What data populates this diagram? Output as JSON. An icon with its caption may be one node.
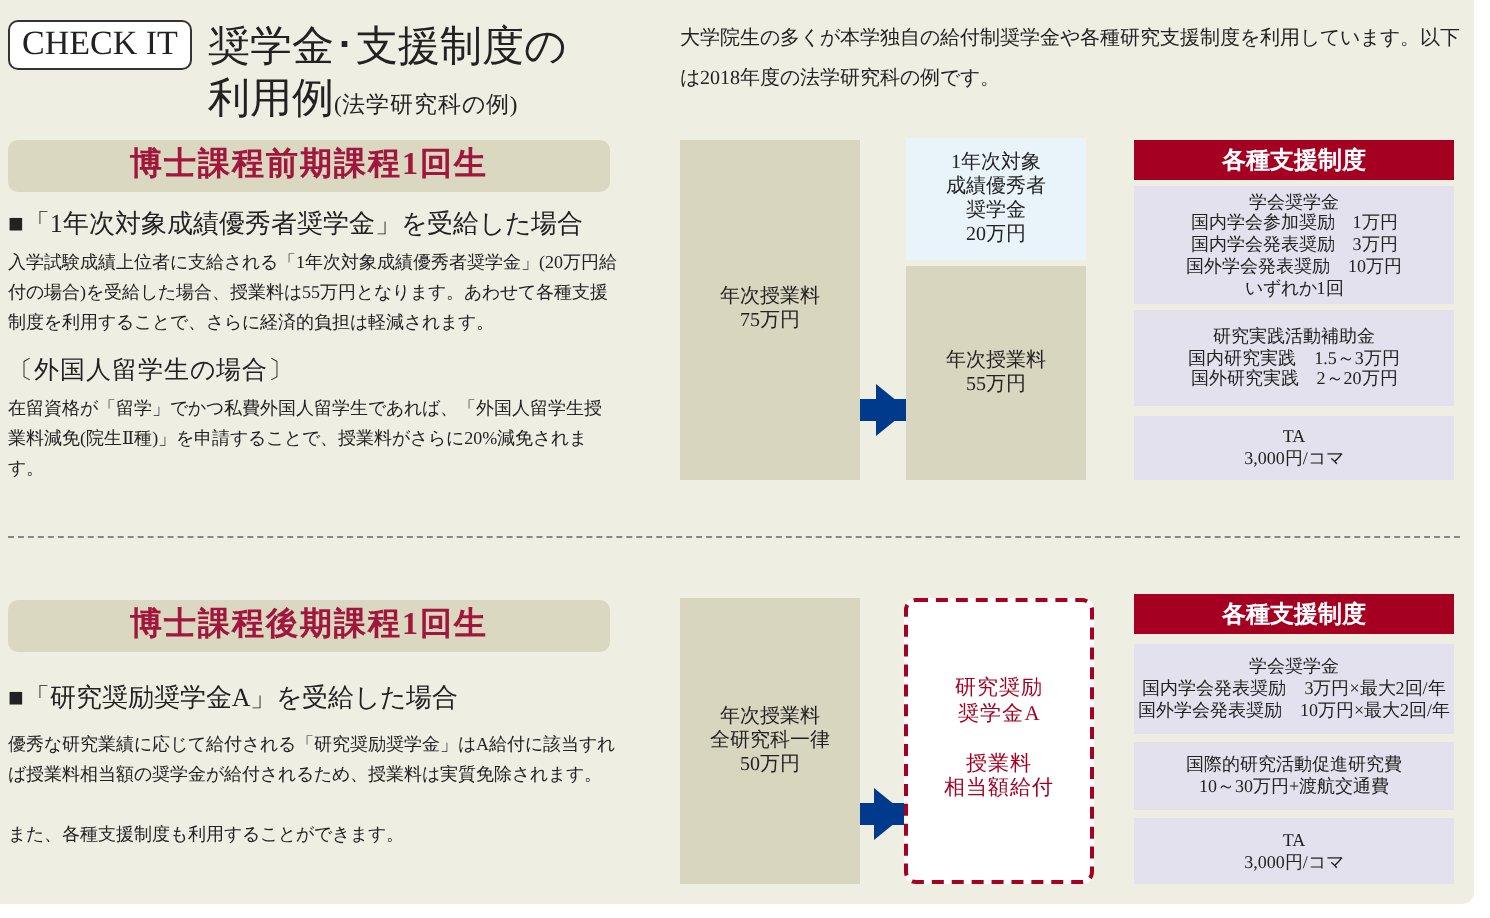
{
  "diagram": {
    "title": "奨学金･支援制度の利用例(法学研究科の例)",
    "nodes": [
      {
        "text": [
          "CHECK IT"
        ]
      },
      {
        "text": [
          "博士課程前期課程1回生"
        ]
      },
      {
        "text": [
          "年次授業料",
          "75万円"
        ]
      },
      {
        "text": [
          "1年次対象",
          "成績優秀者",
          "奨学金",
          "20万円"
        ]
      },
      {
        "text": [
          "年次授業料",
          "55万円"
        ]
      },
      {
        "text": [
          "各種支援制度"
        ]
      },
      {
        "text": [
          "学会奨学金",
          "国内学会参加奨励　1万円",
          "国内学会発表奨励　3万円",
          "国外学会発表奨励　10万円",
          "いずれか1回"
        ]
      },
      {
        "text": [
          "研究実践活動補助金",
          "国内研究実践　1.5～3万円",
          "国外研究実践　2～20万円"
        ]
      },
      {
        "text": [
          "TA",
          "3,000円/コマ"
        ]
      },
      {
        "text": [
          "博士課程後期課程1回生"
        ]
      },
      {
        "text": [
          "年次授業料",
          "全研究科一律",
          "50万円"
        ]
      },
      {
        "text": [
          "研究奨励",
          "奨学金A",
          "授業料",
          "相当額給付"
        ]
      },
      {
        "text": [
          "各種支援制度"
        ]
      },
      {
        "text": [
          "学会奨学金",
          "国内学会発表奨励　3万円×最大2回/年",
          "国外学会発表奨励　10万円×最大2回/年"
        ]
      },
      {
        "text": [
          "国際的研究活動促進研究費",
          "10～30万円+渡航交通費"
        ]
      },
      {
        "text": [
          "TA",
          "3,000円/コマ"
        ]
      }
    ],
    "edges": [
      {
        "from": 2,
        "to": 4,
        "arrow": "to"
      },
      {
        "from": 10,
        "to": 11,
        "arrow": "to"
      }
    ],
    "labels": [
      "大学院生の多くが本学独自の給付制奨学金や各種研究支援制度を利用しています。以下は2018年度の法学研究科の例です。",
      "■「1年次対象成績優秀者奨学金」を受給した場合",
      "入学試験成績上位者に支給される「1年次対象成績優秀者奨学金」(20万円給付の場合)を受給した場合、授業料は55万円となります。あわせて各種支援制度を利用することで、さらに経済的負担は軽減されます。",
      "〔外国人留学生の場合〕",
      "在留資格が「留学」でかつ私費外国人留学生であれば、「外国人留学生授業料減免(院生Ⅱ種)」を申請することで、授業料がさらに20%減免されます。",
      "■「研究奨励奨学金A」を受給した場合",
      "優秀な研究業績に応じて給付される「研究奨励奨学金」はA給付に該当すれば授業料相当額の奨学金が給付されるため、授業料は実質免除されます。",
      "また、各種支援制度も利用することができます。"
    ]
  }
}
